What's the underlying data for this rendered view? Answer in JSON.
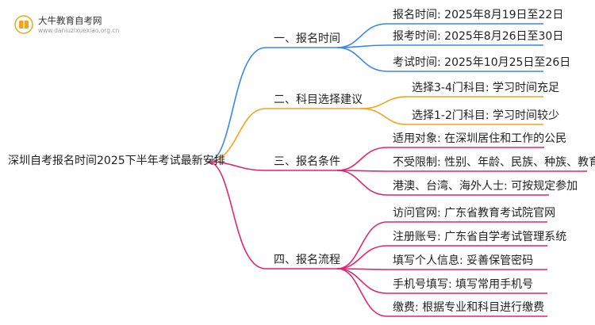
{
  "logo": {
    "title": "大牛教育自考网",
    "url": "www.daniuzixuexiao.org.cn"
  },
  "root": "深圳自考报名时间2025下半年考试最新安排",
  "colors": {
    "branch1": "#3a86f0",
    "branch2": "#f2a41a",
    "branch3": "#e0256f",
    "branch4": "#e0256f"
  },
  "branches": [
    {
      "label": "一、报名时间",
      "leaves": [
        "报名时间: 2025年8月19日至22日",
        "报考时间: 2025年8月26日至30日",
        "考试时间: 2025年10月25日至26日"
      ]
    },
    {
      "label": "二、科目选择建议",
      "leaves": [
        "选择3-4门科目: 学习时间充足",
        "选择1-2门科目: 学习时间较少"
      ]
    },
    {
      "label": "三、报名条件",
      "leaves": [
        "适用对象: 在深圳居住和工作的公民",
        "不受限制: 性别、年龄、民族、种族、教育程度",
        "港澳、台湾、海外人士: 可按规定参加"
      ]
    },
    {
      "label": "四、报名流程",
      "leaves": [
        "访问官网: 广东省教育考试院官网",
        "注册账号: 广东省自学考试管理系统",
        "填写个人信息: 妥善保管密码",
        "手机号填写: 填写常用手机号",
        "缴费: 根据专业和科目进行缴费"
      ]
    }
  ]
}
